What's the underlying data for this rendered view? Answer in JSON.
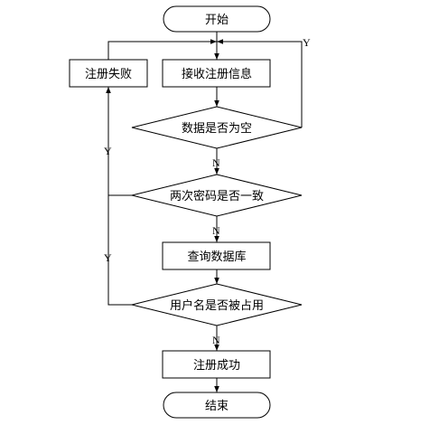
{
  "nodes": {
    "start": "开始",
    "receive": "接收注册信息",
    "check_empty": "数据是否为空",
    "check_password": "两次密码是否一致",
    "query_db": "查询数据库",
    "check_taken": "用户名是否被占用",
    "success": "注册成功",
    "fail": "注册失败",
    "end": "结束"
  },
  "edges": {
    "empty_yes": "Y",
    "empty_no": "N",
    "password_yes": "Y",
    "password_no": "N",
    "taken_yes": "Y",
    "taken_no": "N"
  },
  "colors": {
    "stroke": "#000000",
    "fill": "#ffffff"
  }
}
